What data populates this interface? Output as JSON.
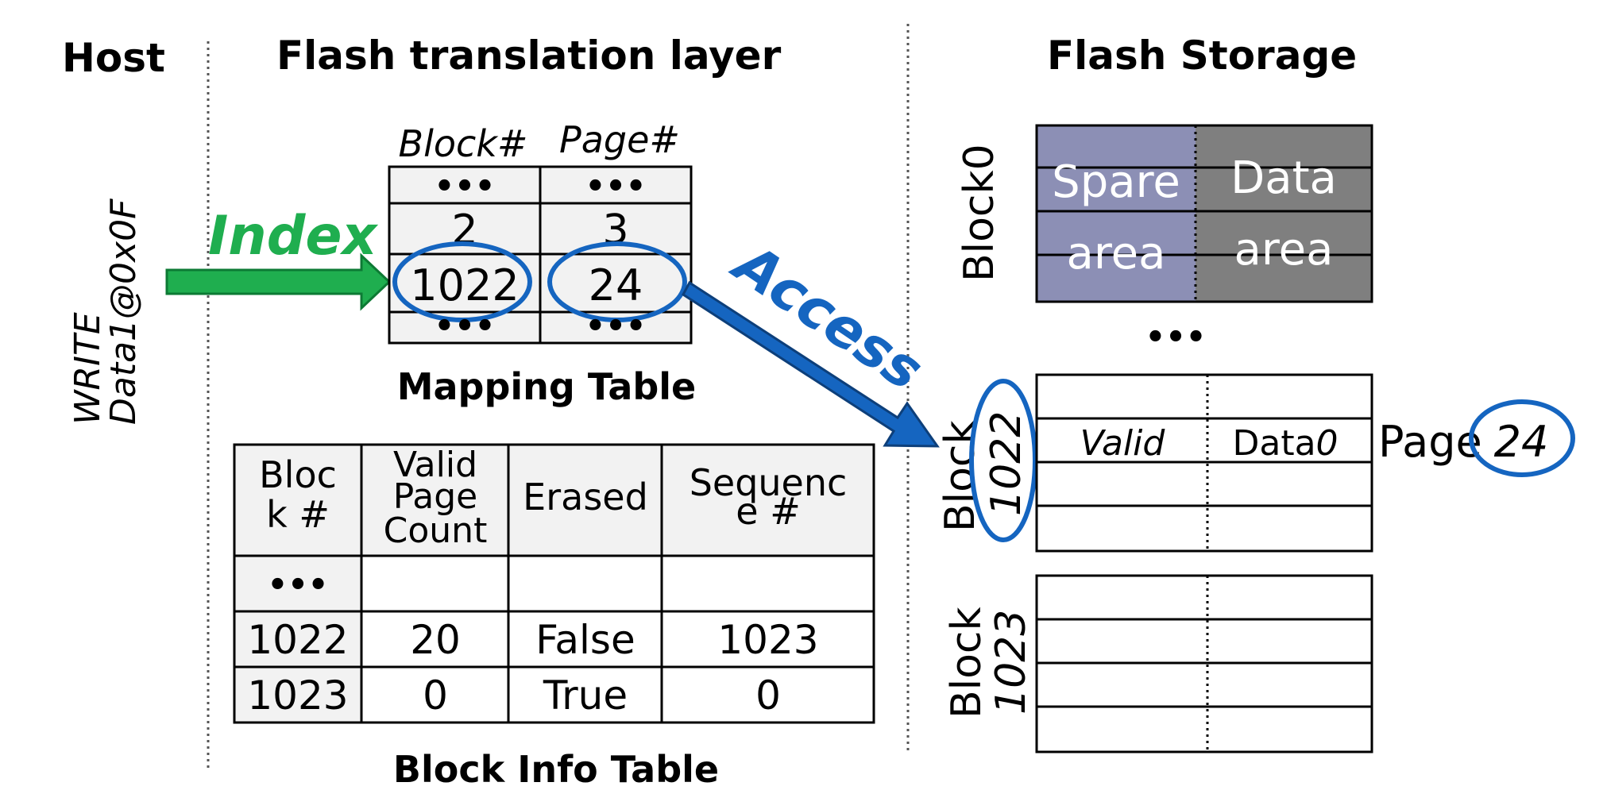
{
  "headers": {
    "host": "Host",
    "ftl": "Flash translation layer",
    "storage": "Flash Storage"
  },
  "host_command": {
    "line1": "WRITE",
    "line2": "Data1@0x0F"
  },
  "arrows": {
    "index_label": "Index",
    "access_label": "Access",
    "index_color": "#1fae4f",
    "access_color": "#1565c0"
  },
  "mapping_table": {
    "caption": "Mapping Table",
    "col_block": "Block#",
    "col_page": "Page#",
    "ellipsis": "•••",
    "row2": {
      "block": "2",
      "page": "3"
    },
    "row_highlight": {
      "block": "1022",
      "page": "24"
    }
  },
  "block_info_table": {
    "caption": "Block Info Table",
    "headers": {
      "block": [
        "Bloc",
        "k #"
      ],
      "valid": [
        "Valid",
        "Page",
        "Count"
      ],
      "erased": "Erased",
      "sequence": [
        "Sequenc",
        "e #"
      ]
    },
    "ellipsis": "•••",
    "rows": [
      {
        "block": "1022",
        "valid": "20",
        "erased": "False",
        "sequence": "1023"
      },
      {
        "block": "1023",
        "valid": "0",
        "erased": "True",
        "sequence": "0"
      }
    ]
  },
  "flash_storage": {
    "block0": {
      "label": "Block0",
      "spare_line1": "Spare",
      "spare_line2": "area",
      "data_line1": "Data",
      "data_line2": "area",
      "spare_color": "#8c8fb5",
      "data_color": "#7f7f7f"
    },
    "ellipsis": "•••",
    "block1022": {
      "label_word": "Block",
      "label_num": "1022",
      "valid": "Valid",
      "data_prefix": "Data",
      "data_suffix": "0",
      "page_word": "Page",
      "page_num": "24"
    },
    "block1023": {
      "label_word": "Block",
      "label_num": "1023"
    }
  }
}
